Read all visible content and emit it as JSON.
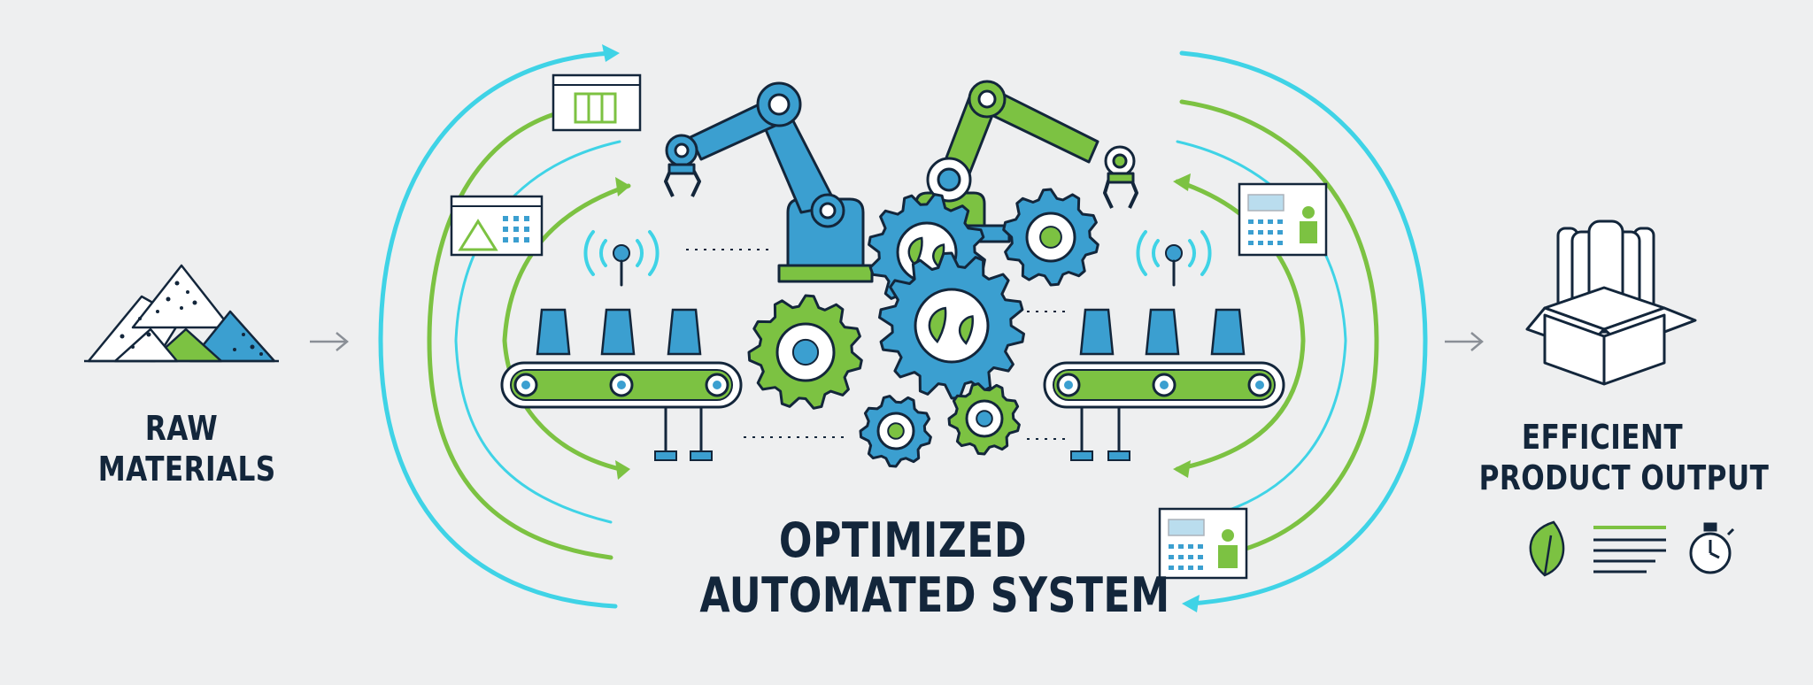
{
  "diagram": {
    "input_label": [
      "RAW",
      "MATERIALS"
    ],
    "center_label": [
      "OPTIMIZED",
      "AUTOMATED SYSTEM"
    ],
    "output_label": [
      "EFFICIENT",
      "PRODUCT OUTPUT"
    ]
  },
  "colors": {
    "background": "#eeeff0",
    "blue": "#3b9fd0",
    "green": "#7cc242",
    "cyan": "#3fd3e6",
    "navy": "#13263b"
  },
  "icons": [
    "raw-materials-pile-icon",
    "arrow-right-icon",
    "cycle-arrows-icon",
    "robotic-arm-icon",
    "conveyor-belt-icon",
    "gear-icon",
    "leaf-icon",
    "wireless-signal-icon",
    "dashboard-screen-icon",
    "open-box-products-icon",
    "document-lines-icon",
    "stopwatch-icon"
  ]
}
